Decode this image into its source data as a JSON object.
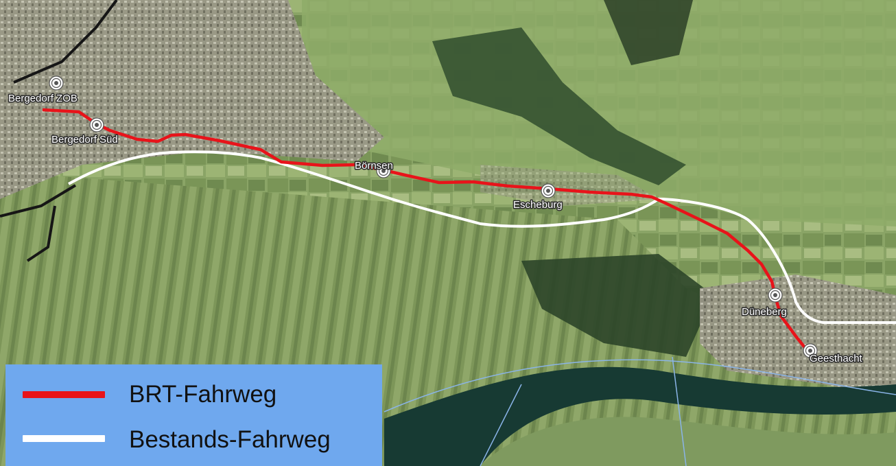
{
  "stops": [
    {
      "id": "bergedorf-zob",
      "label": "Bergedorf ZOB"
    },
    {
      "id": "bergedorf-sued",
      "label": "Bergedorf Süd"
    },
    {
      "id": "boersen",
      "label": "Börnsen"
    },
    {
      "id": "escheburg",
      "label": "Escheburg"
    },
    {
      "id": "dueneberg",
      "label": "Düneberg"
    },
    {
      "id": "geesthacht",
      "label": "Geesthacht"
    }
  ],
  "legend": {
    "brt": {
      "label": "BRT-Fahrweg",
      "color": "#e8131a"
    },
    "existing": {
      "label": "Bestands-Fahrweg",
      "color": "#ffffff"
    }
  },
  "colors": {
    "farmland": "#7f9a5f",
    "forest": "#2f4a2a",
    "urban": "#a9a79c",
    "river": "#173a33",
    "legend_bg": "#6fa8ee"
  }
}
